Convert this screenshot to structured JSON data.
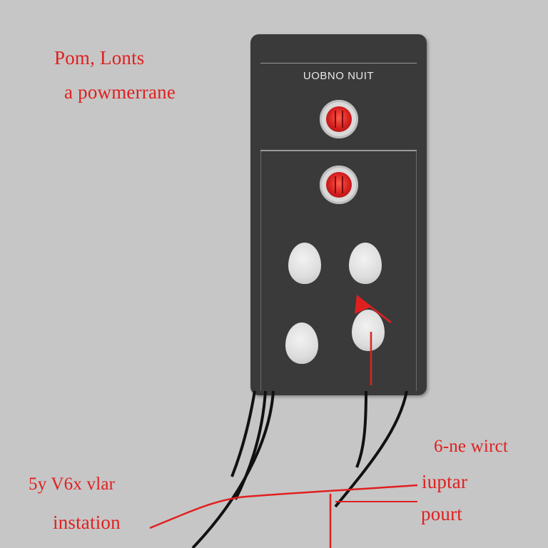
{
  "device": {
    "title": "UOBNO NUIT",
    "colors": {
      "body": "#3a3a3a",
      "accent": "#d41e1e",
      "knob": "#e0e0e0"
    }
  },
  "labels": {
    "top_left_1": "Pom, Lonts",
    "top_left_2": "a powmerrane",
    "bottom_left_1": "5y V6x vlar",
    "bottom_left_2": "instation",
    "right_1": "6-ne wirct",
    "right_2": "iuptar",
    "right_3": "pourt"
  }
}
